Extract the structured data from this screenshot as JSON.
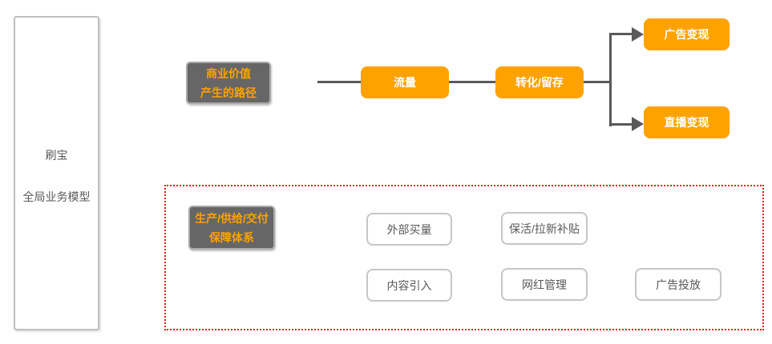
{
  "left_panel": {
    "line1": "刷宝",
    "line2": "全局业务模型"
  },
  "flow": {
    "source": {
      "line1": "商业价值",
      "line2": "产生的路径"
    },
    "nodes": {
      "traffic": {
        "label": "流量"
      },
      "conversion": {
        "label": "转化/留存"
      },
      "ad_monetization": {
        "label": "广告变现"
      },
      "live_monetization": {
        "label": "直播变现"
      }
    }
  },
  "support": {
    "header": {
      "line1": "生产/供给/交付",
      "line2": "保障体系"
    },
    "items": [
      "外部买量",
      "保活/拉新补贴",
      "内容引入",
      "网红管理",
      "广告投放"
    ]
  },
  "colors": {
    "accent": "#ffa200",
    "node-gray": "#666666",
    "line": "#595959",
    "danger": "#e31919",
    "text-gray": "#595959",
    "panel-border": "#bfbfbf"
  }
}
